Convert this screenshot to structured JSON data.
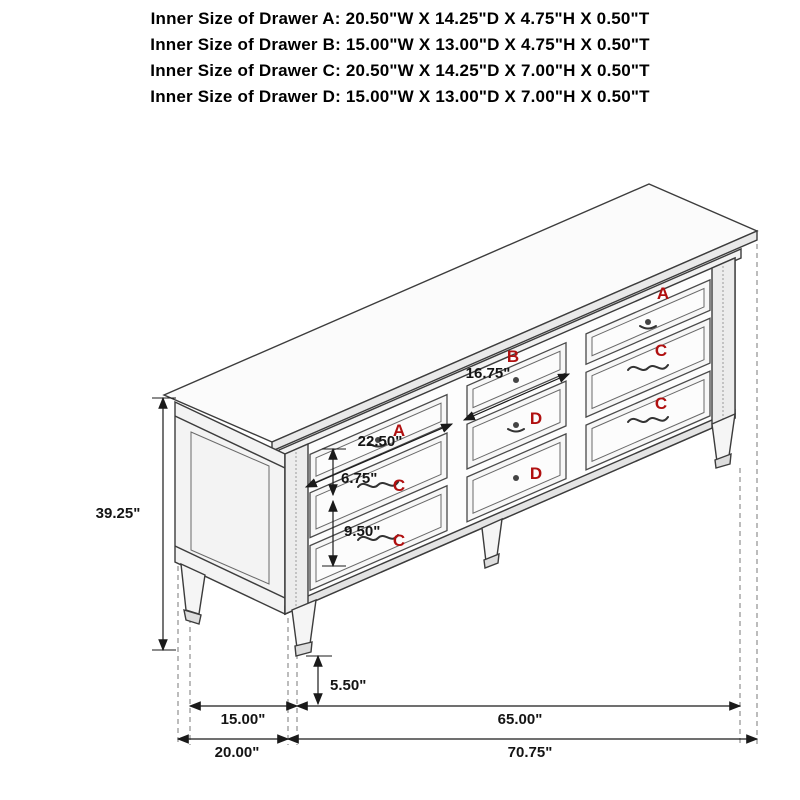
{
  "header": {
    "lines": [
      "Inner Size of Drawer A: 20.50\"W X 14.25\"D X 4.75\"H X 0.50\"T",
      "Inner Size of Drawer B: 15.00\"W X 13.00\"D X 4.75\"H X 0.50\"T",
      "Inner Size of Drawer C: 20.50\"W X 14.25\"D X 7.00\"H X 0.50\"T",
      "Inner Size of Drawer D: 15.00\"W X 13.00\"D X 7.00\"H X 0.50\"T"
    ]
  },
  "diagram": {
    "label_color": "#b01010",
    "line_color": "#3c3c3c",
    "drawers": {
      "left_top": "A",
      "mid_top": "B",
      "right_top": "A",
      "left_mid": "C",
      "mid_mid": "D",
      "right_mid": "C",
      "left_bot": "C",
      "mid_bot": "D",
      "right_bot": "C"
    },
    "dimensions": {
      "overall_height": "39.25\"",
      "drawer_b_width": "16.75\"",
      "drawer_a_width": "22.50\"",
      "upper_drawer_height": "6.75\"",
      "lower_drawer_height": "9.50\"",
      "leg_height": "5.50\"",
      "footprint_depth": "15.00\"",
      "footprint_width": "65.00\"",
      "overall_depth": "20.00\"",
      "overall_width": "70.75\""
    }
  }
}
